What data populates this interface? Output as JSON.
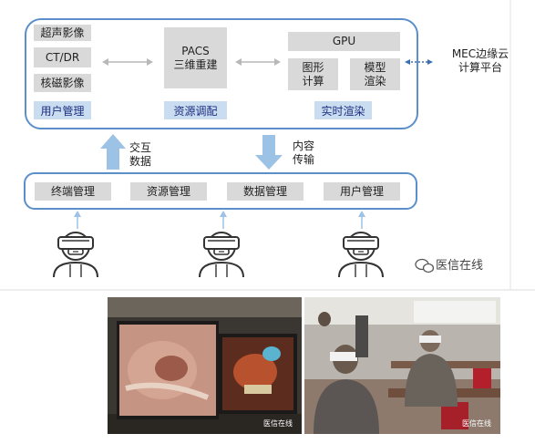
{
  "diagram": {
    "top_left_items": [
      "超声影像",
      "CT/DR",
      "核磁影像"
    ],
    "top_left_label": "用户管理",
    "pacs_text": "PACS\n三维重建",
    "pacs_label": "资源调配",
    "gpu_title": "GPU",
    "gpu_sub": [
      "图形\n计算",
      "模型\n渲染"
    ],
    "gpu_label": "实时渲染",
    "mec": "MEC边缘云\n计算平台",
    "arrow_up_text": "交互\n数据",
    "arrow_down_text": "内容\n传输",
    "bottom_items": [
      "终端管理",
      "资源管理",
      "数据管理",
      "用户管理"
    ],
    "watermark_main": "医信在线",
    "watermark_small": "医信在线"
  },
  "colors": {
    "frame": "#5b8fc9",
    "block_gray": "#d9d9d9",
    "block_blue": "#c9dcf0",
    "arrow_blue": "#9cc2e5",
    "text_blue": "#1d2f80"
  },
  "icons": [
    "vr-headset-user-icon",
    "wechat-icon"
  ]
}
